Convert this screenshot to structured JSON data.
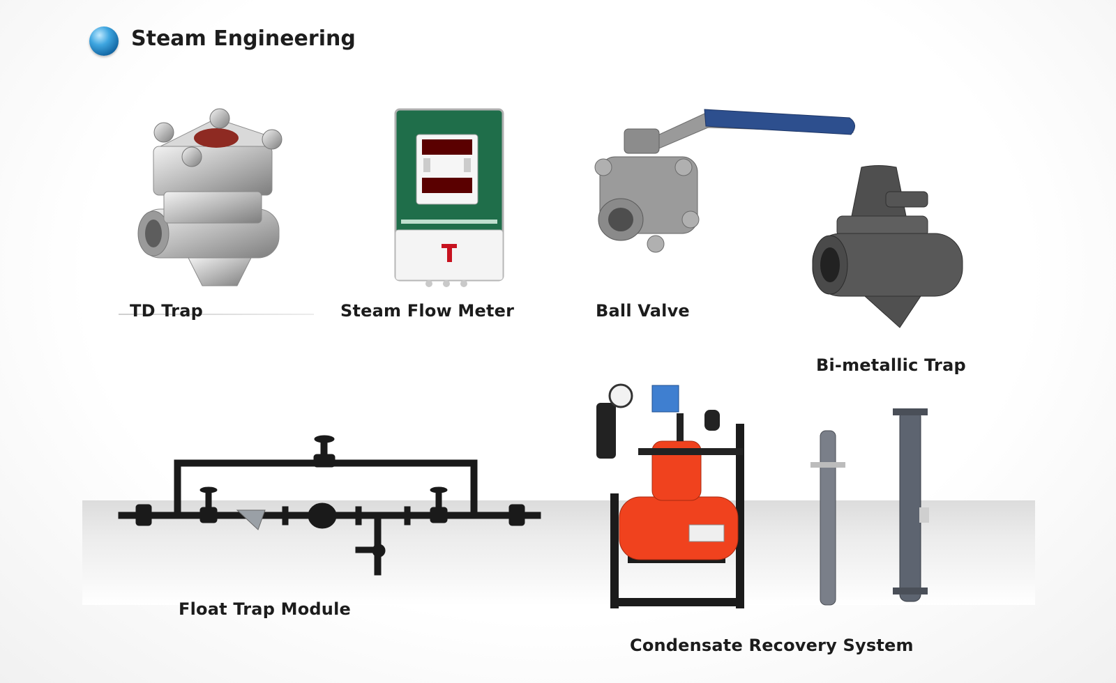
{
  "header": {
    "title": "Steam Engineering"
  },
  "products": {
    "td_trap": "TD Trap",
    "steam_flow_meter": "Steam Flow Meter",
    "ball_valve": "Ball Valve",
    "bimetallic_trap": "Bi-metallic Trap",
    "float_trap_module": "Float Trap Module",
    "condensate_recovery": "Condensate Recovery System"
  },
  "colors": {
    "bullet": "#1f7fc3",
    "meter_case": "#1f6e4a",
    "handle": "#2d4f8e",
    "receiver": "#f0421e"
  }
}
